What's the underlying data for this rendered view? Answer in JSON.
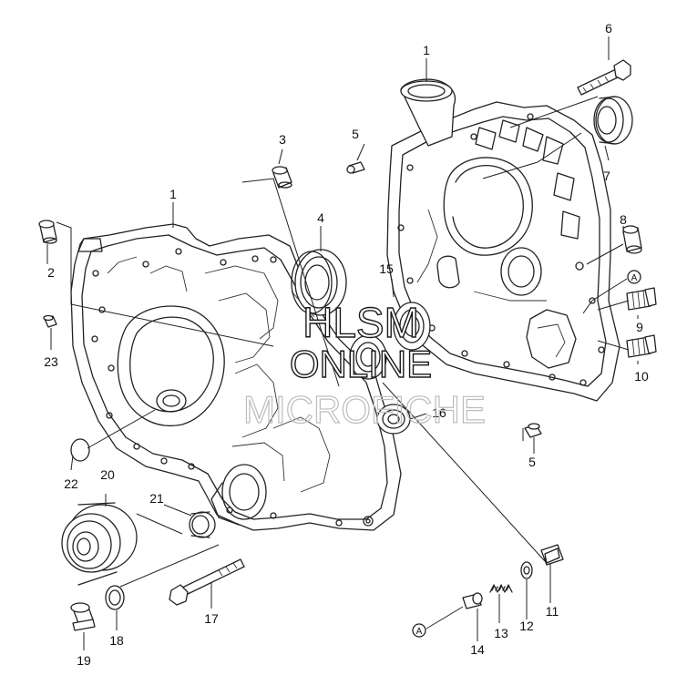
{
  "diagram": {
    "callouts": {
      "c1a": "1",
      "c1b": "1",
      "c2": "2",
      "c3": "3",
      "c4": "4",
      "c5a": "5",
      "c5b": "5",
      "c6": "6",
      "c7": "7",
      "c8": "8",
      "c9": "9",
      "c10": "10",
      "c11": "11",
      "c12": "12",
      "c13": "13",
      "c14": "14",
      "c15": "15",
      "c16": "16",
      "c17": "17",
      "c18": "18",
      "c19": "19",
      "c20": "20",
      "c21": "21",
      "c22": "22",
      "c23": "23"
    },
    "reference_marks": {
      "a1": "A",
      "a2": "A"
    }
  },
  "watermark": {
    "line1": "HLSM",
    "line2": "ONLINE",
    "line3": "MICROFICHE"
  }
}
